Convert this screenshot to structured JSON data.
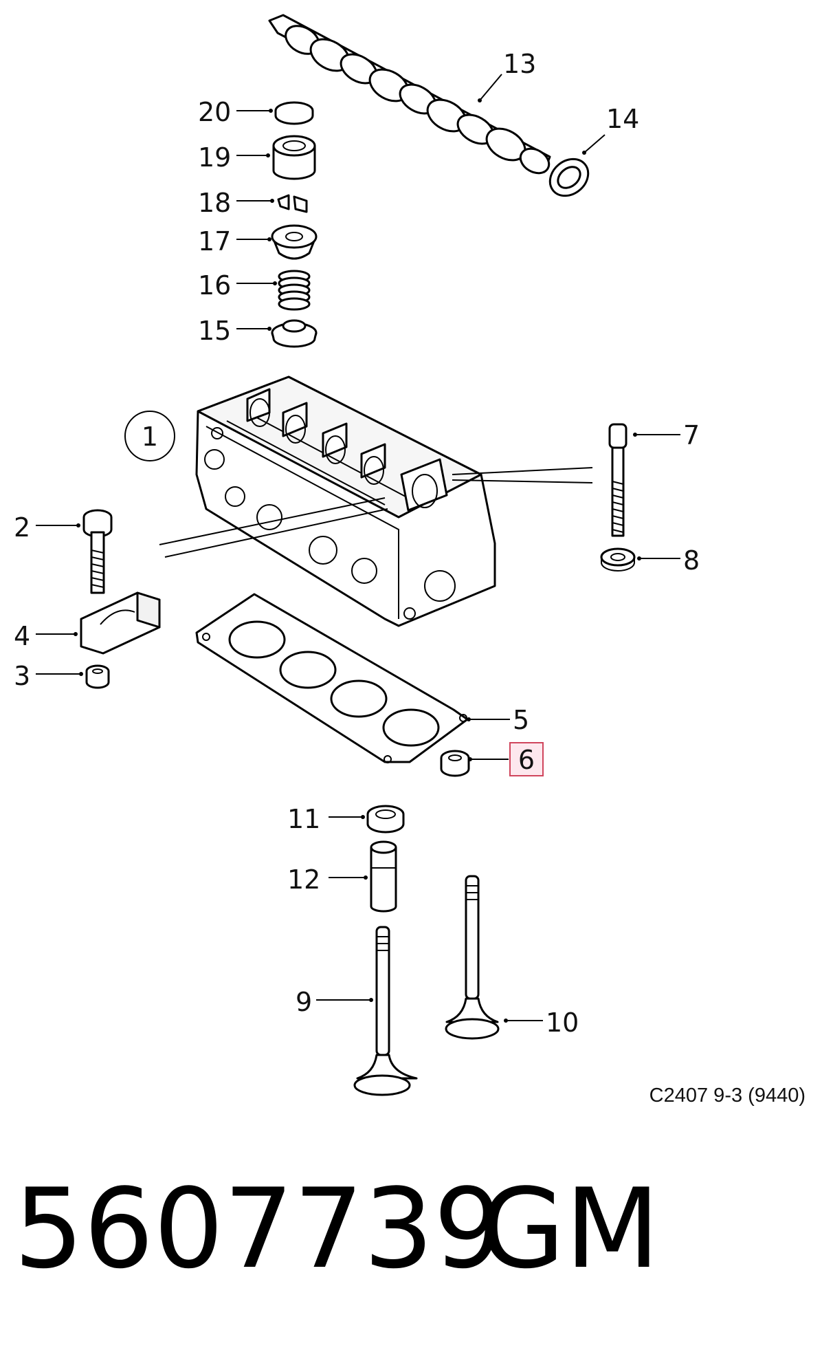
{
  "callouts": [
    {
      "id": "13",
      "text": "13"
    },
    {
      "id": "14",
      "text": "14"
    },
    {
      "id": "20",
      "text": "20"
    },
    {
      "id": "19",
      "text": "19"
    },
    {
      "id": "18",
      "text": "18"
    },
    {
      "id": "17",
      "text": "17"
    },
    {
      "id": "16",
      "text": "16"
    },
    {
      "id": "15",
      "text": "15"
    },
    {
      "id": "1",
      "text": "1"
    },
    {
      "id": "7",
      "text": "7"
    },
    {
      "id": "8",
      "text": "8"
    },
    {
      "id": "2",
      "text": "2"
    },
    {
      "id": "4",
      "text": "4"
    },
    {
      "id": "3",
      "text": "3"
    },
    {
      "id": "5",
      "text": "5"
    },
    {
      "id": "6",
      "text": "6",
      "highlighted": true
    },
    {
      "id": "11",
      "text": "11"
    },
    {
      "id": "12",
      "text": "12"
    },
    {
      "id": "9",
      "text": "9"
    },
    {
      "id": "10",
      "text": "10"
    }
  ],
  "reference": "C2407 9-3 (9440)",
  "part_number": "5607739",
  "brand": "GM",
  "colors": {
    "highlight_fill": "#fde8ee",
    "highlight_stroke": "#d0455c",
    "ink": "#000000"
  }
}
